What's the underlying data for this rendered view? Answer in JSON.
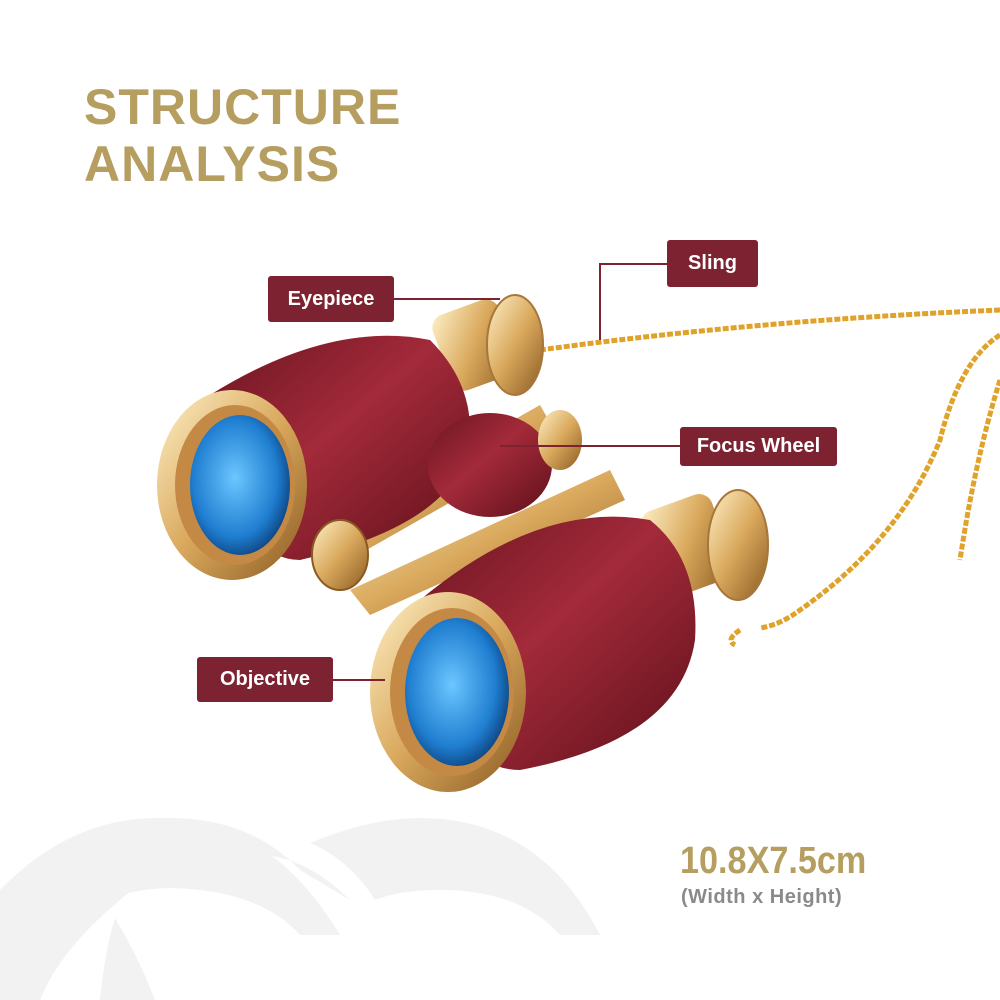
{
  "title": {
    "line1": "STRUCTURE",
    "line2": "ANALYSIS"
  },
  "labels": {
    "eyepiece": "Eyepiece",
    "sling": "Sling",
    "focus_wheel": "Focus Wheel",
    "objective": "Objective"
  },
  "dimensions": {
    "value": "10.8X7.5cm",
    "caption": "(Width x Height)"
  },
  "colors": {
    "gold": "#B59E5F",
    "label_bg": "#7D2230",
    "body_red": "#8E2332",
    "lens_blue": "#2E8FD6"
  }
}
